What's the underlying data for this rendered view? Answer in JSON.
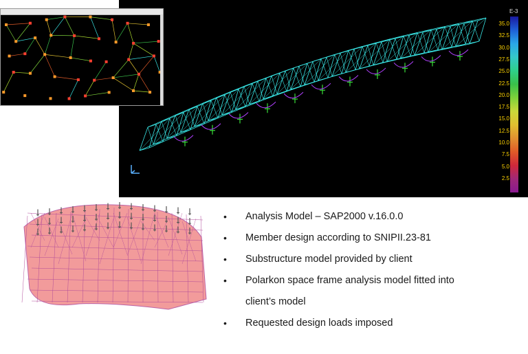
{
  "legend": {
    "title": "E-3",
    "labels": [
      "35.0",
      "32.5",
      "30.0",
      "27.5",
      "25.0",
      "22.5",
      "20.0",
      "17.5",
      "15.0",
      "12.5",
      "10.0",
      "7.5",
      "5.0",
      "2.5"
    ],
    "colors": [
      "#1a1aa0",
      "#1e5fd6",
      "#2aa6e8",
      "#35c8c8",
      "#2fd08a",
      "#39c04a",
      "#7ed23a",
      "#c9d83a",
      "#e0c030",
      "#e09030",
      "#e05a28",
      "#d0283a",
      "#a02878",
      "#8a1a90"
    ]
  },
  "bullets": [
    {
      "text": "Analysis Model – SAP2000 v.16.0.0"
    },
    {
      "text": "Member design according to SNIPII.23-81"
    },
    {
      "text": "Substructure model provided by client"
    },
    {
      "text": "Polarkon space frame analysis model fitted into",
      "continuation": "client’s model"
    },
    {
      "text": "Requested  design loads imposed"
    }
  ],
  "colors": {
    "truss": "#39e6e6",
    "support": "#38e038",
    "deflection": "#b040ff",
    "mesh_fill": "#f08a8a",
    "mesh_edge": "#b04a9a"
  }
}
